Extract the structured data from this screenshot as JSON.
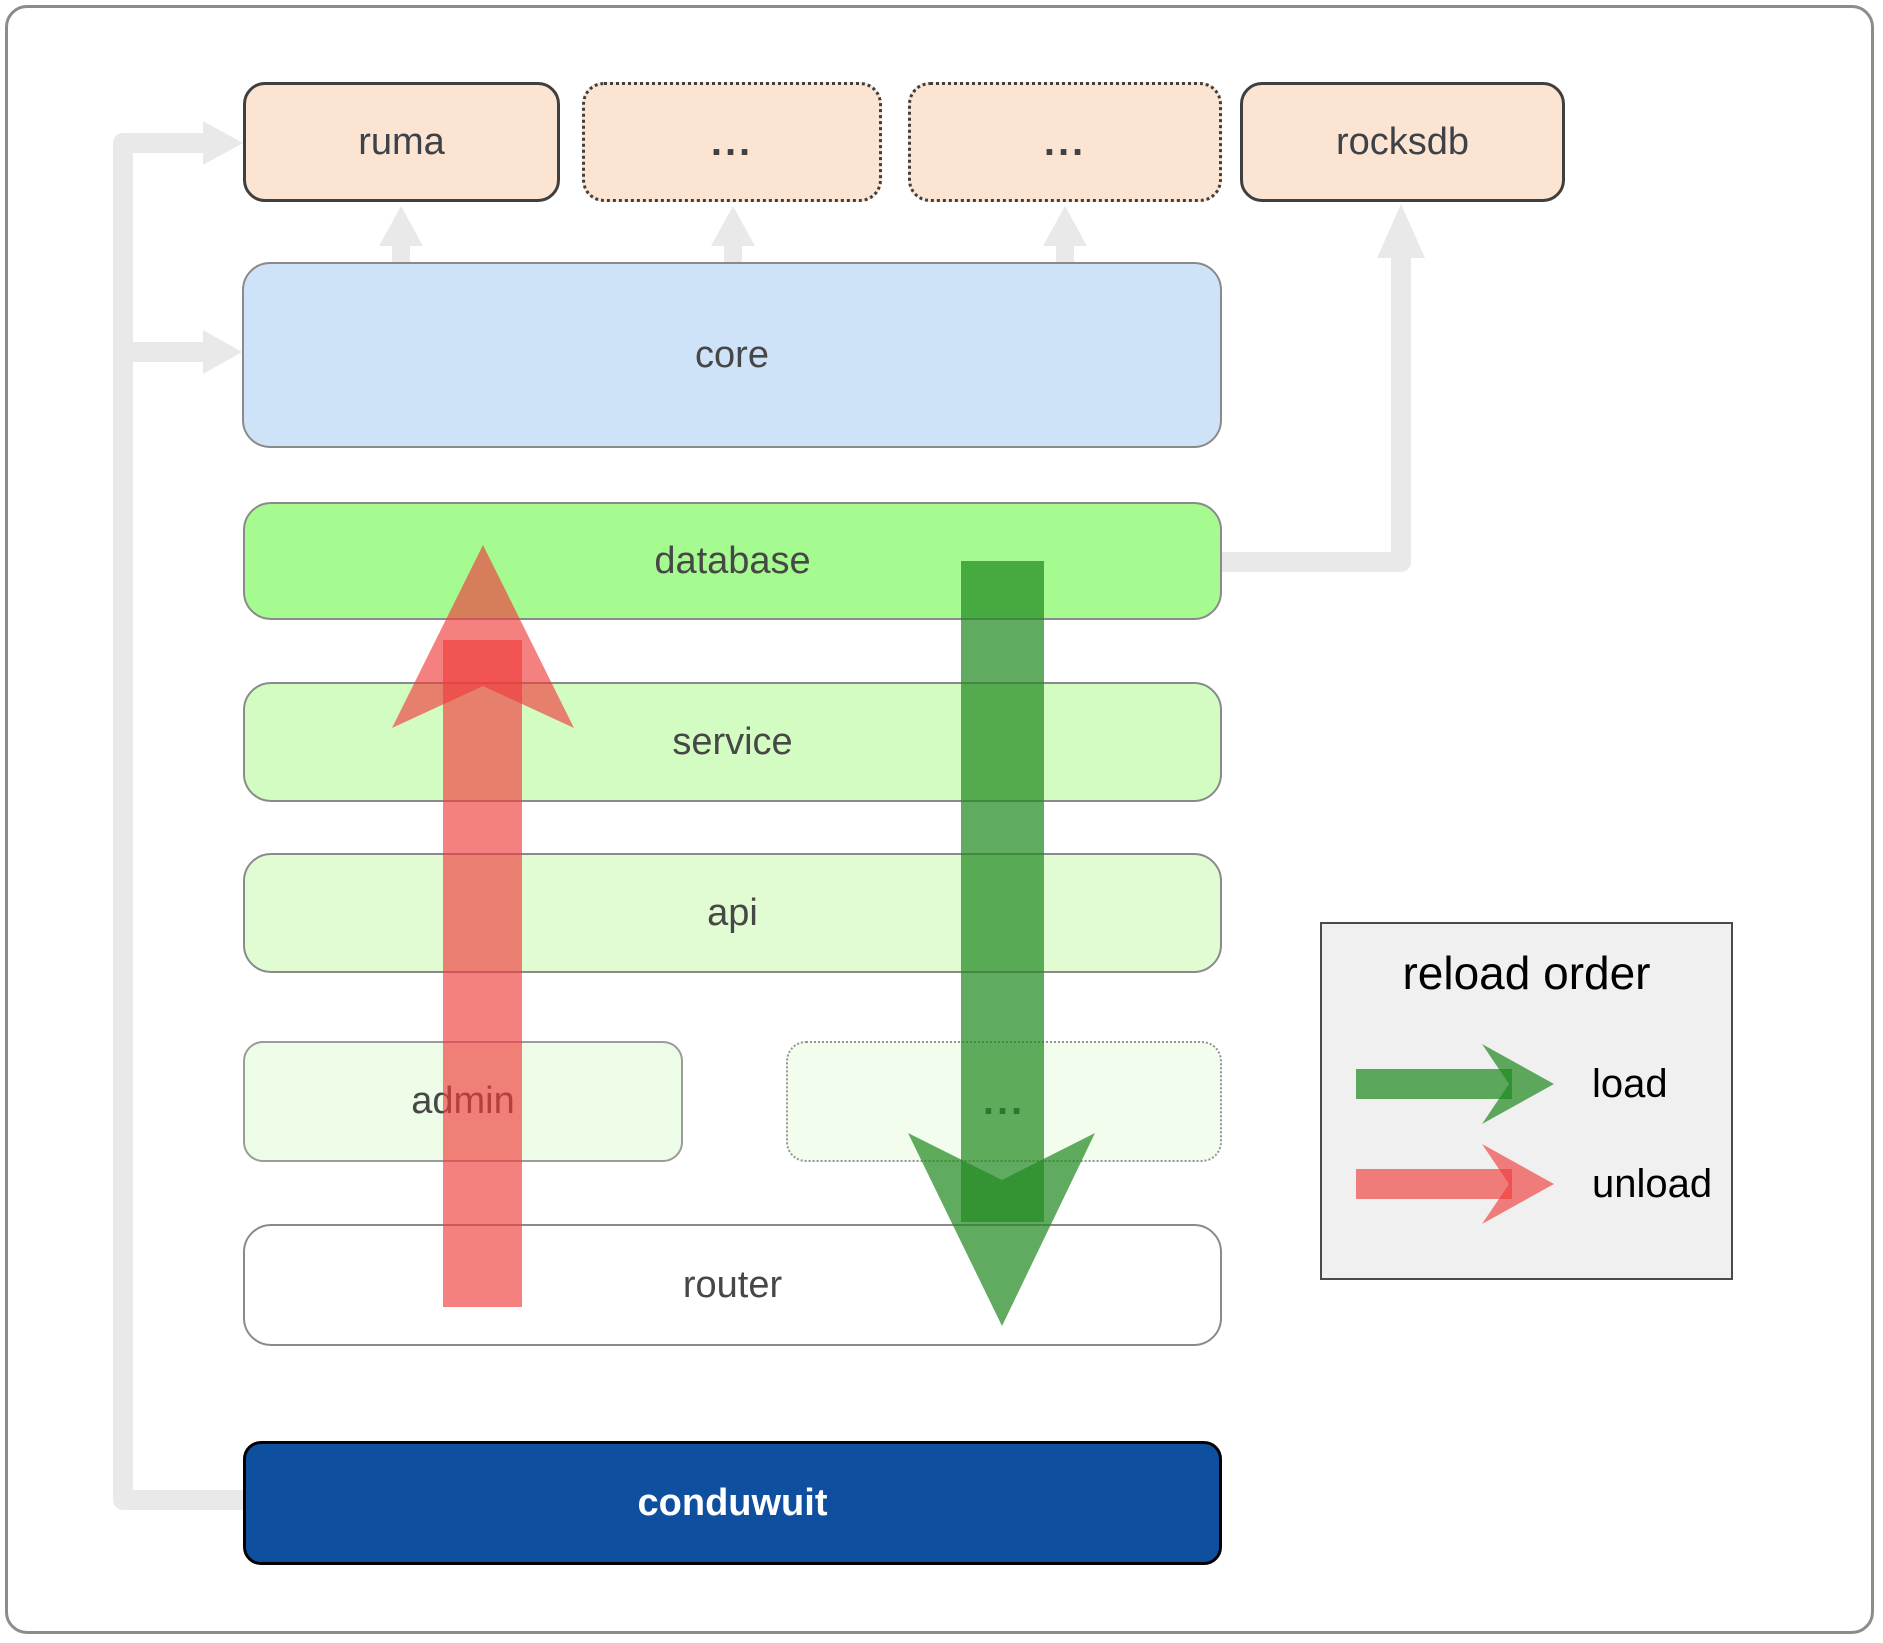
{
  "boxes": {
    "ruma": "ruma",
    "ellipsis1": "...",
    "ellipsis2": "...",
    "rocksdb": "rocksdb",
    "core": "core",
    "database": "database",
    "service": "service",
    "api": "api",
    "admin": "admin",
    "admin_ellipsis": "...",
    "router": "router",
    "conduwuit": "conduwuit"
  },
  "legend": {
    "title": "reload order",
    "load_label": "load",
    "unload_label": "unload"
  },
  "colors": {
    "load_arrow": "#228b22",
    "unload_arrow": "#f03c3c",
    "connector": "#e9e9e9",
    "peach_fill": "#fce4d2",
    "core_fill": "#cfe3f8",
    "database_fill": "#a5fa90",
    "conduwuit_fill": "#0f4f9f"
  }
}
